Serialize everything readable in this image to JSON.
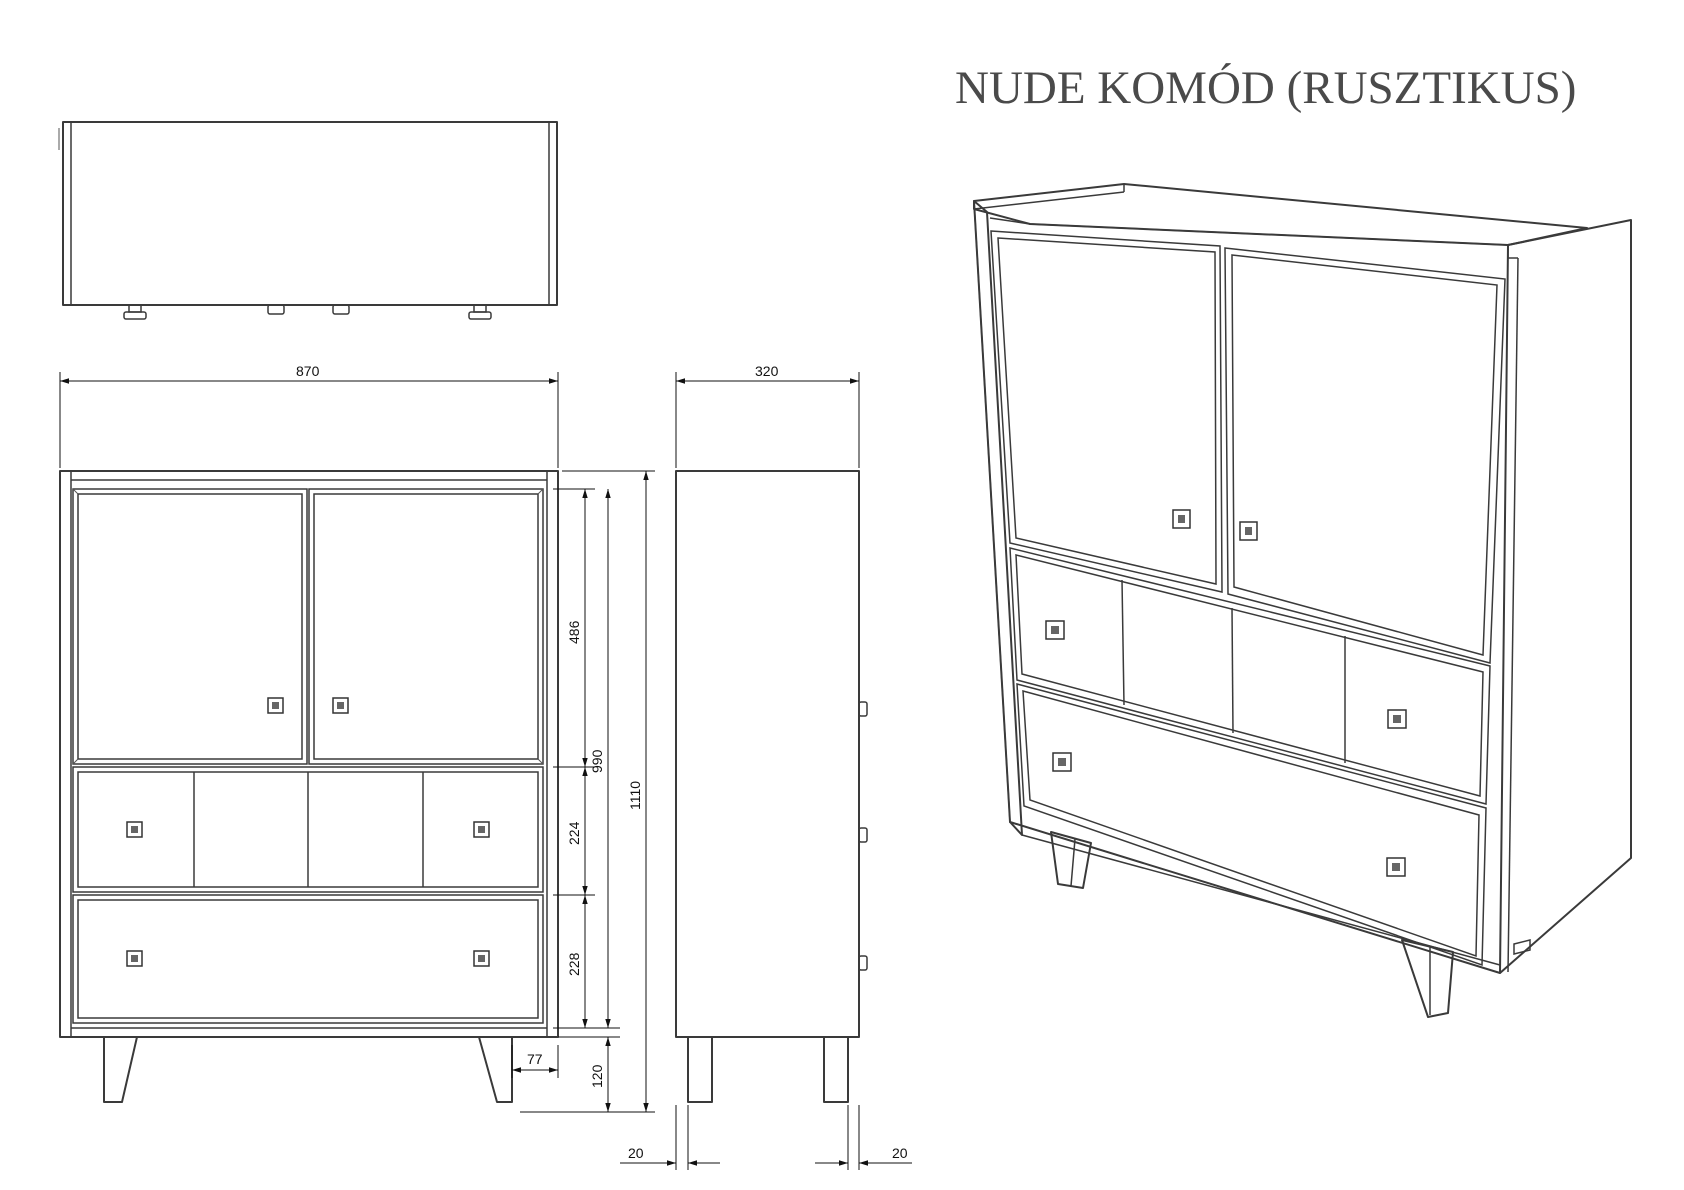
{
  "title": "NUDE KOMÓD (RUSZTIKUS)",
  "dimensions": {
    "width": "870",
    "depth": "320",
    "door_section": "486",
    "drawer_row": "224",
    "bottom_drawer": "228",
    "carcass_height": "990",
    "total_height": "1110",
    "leg_height": "120",
    "leg_offset": "77",
    "side_left": "20",
    "side_right": "20"
  },
  "colors": {
    "line": "#3a3a3a",
    "dimension": "#111111",
    "title": "#4a4a4a"
  }
}
